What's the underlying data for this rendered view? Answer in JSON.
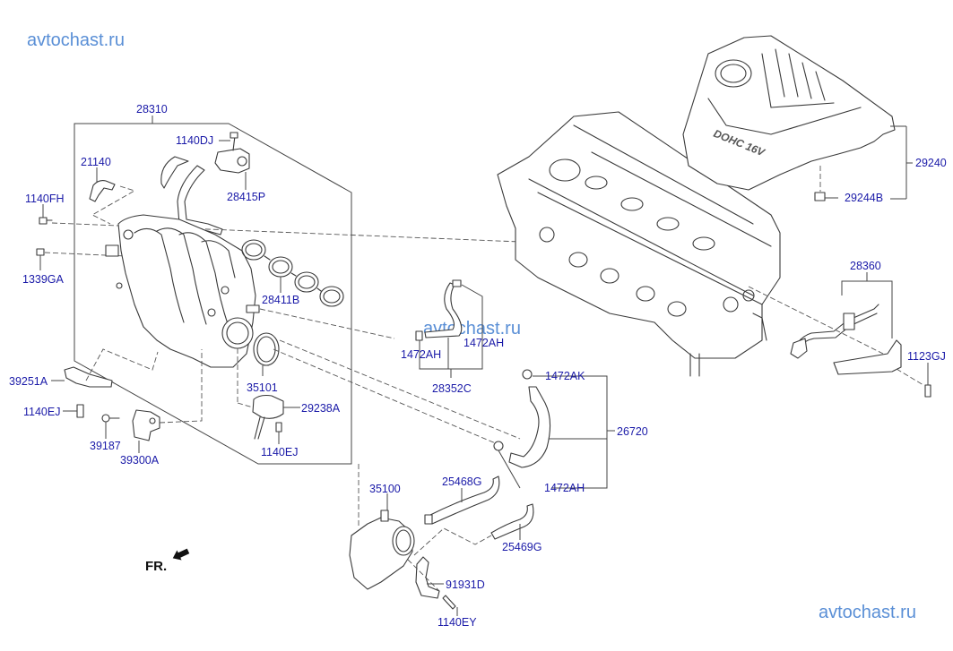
{
  "diagram": {
    "title": "Intake manifold, throttle body and engine cover",
    "watermarks": [
      "avtochast.ru",
      "avtochast.ru",
      "avtochast.ru"
    ],
    "direction_marker": "FR.",
    "engine_cover_text": "DOHC 16V",
    "accent_color": "#1a1aa8",
    "watermark_color": "#5a8fd6",
    "parts": {
      "p28310": "28310",
      "p1140DJ": "1140DJ",
      "p21140": "21140",
      "p28415P": "28415P",
      "p1140FH": "1140FH",
      "p1339GA": "1339GA",
      "p28411B": "28411B",
      "p39251A": "39251A",
      "p1140EJ_a": "1140EJ",
      "p39187": "39187",
      "p39300A": "39300A",
      "p35101": "35101",
      "p29238A": "29238A",
      "p1140EJ_b": "1140EJ",
      "p1472AH_a": "1472AH",
      "p1472AH_b": "1472AH",
      "p28352C": "28352C",
      "p1472AK": "1472AK",
      "p26720": "26720",
      "p1472AH_c": "1472AH",
      "p35100": "35100",
      "p25468G": "25468G",
      "p25469G": "25469G",
      "p91931D": "91931D",
      "p1140EY": "1140EY",
      "p29240": "29240",
      "p29244B": "29244B",
      "p28360": "28360",
      "p1123GJ": "1123GJ"
    }
  }
}
